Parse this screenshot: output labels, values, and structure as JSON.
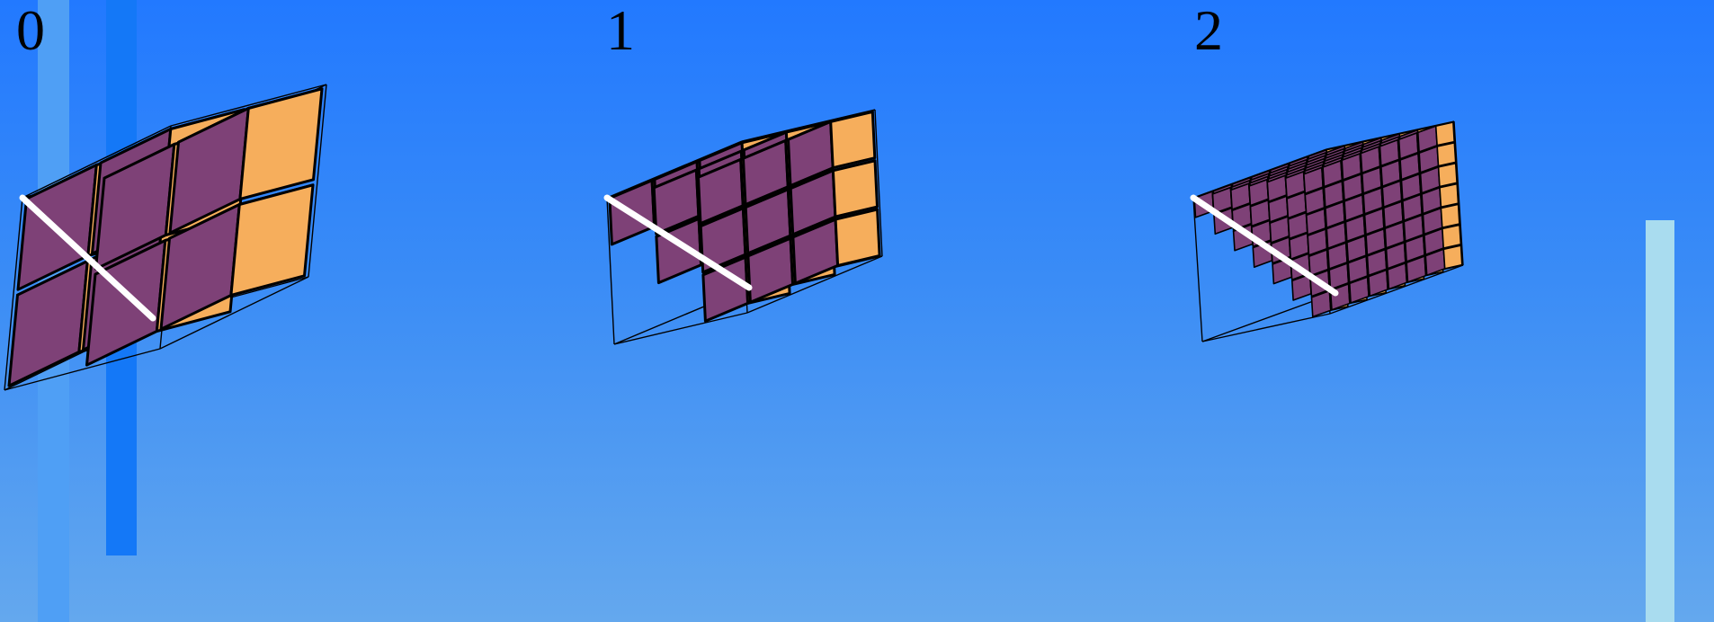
{
  "stages": [
    {
      "label": "0",
      "n": 2,
      "kind": "full"
    },
    {
      "label": "1",
      "n": 3,
      "kind": "staircase"
    },
    {
      "label": "2",
      "n": 7,
      "kind": "staircase"
    }
  ],
  "colors": {
    "background_top": "#2279ff",
    "background_bottom": "#64a8ee",
    "top_face": "#a6c8f3",
    "front_face": "#7e4177",
    "side_face": "#f6ae5c",
    "edge": "#000000",
    "diagonal": "#ffffff"
  }
}
